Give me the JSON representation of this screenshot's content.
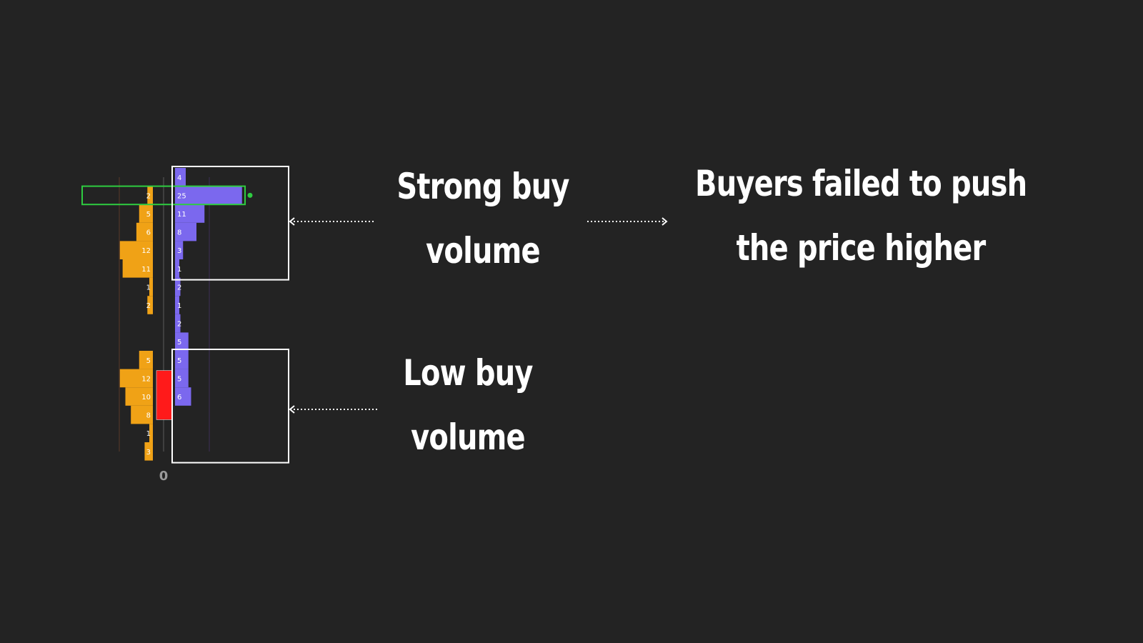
{
  "chart_data": {
    "type": "bar",
    "title": "",
    "xlabel": "",
    "ylabel": "",
    "zero_label": "0",
    "levels": [
      1,
      2,
      3,
      4,
      5,
      6,
      7,
      8,
      9,
      10,
      11,
      12,
      13,
      14,
      15,
      16
    ],
    "series": [
      {
        "name": "",
        "side": "left",
        "color": "#f0a216",
        "values": [
          null,
          2,
          5,
          6,
          12,
          11,
          1,
          2,
          null,
          null,
          5,
          12,
          10,
          8,
          1,
          3
        ]
      },
      {
        "name": "",
        "side": "right",
        "color": "#7b68ee",
        "values": [
          4,
          25,
          11,
          8,
          3,
          1,
          2,
          1,
          2,
          5,
          5,
          5,
          6,
          null,
          null,
          null
        ]
      }
    ],
    "candle": {
      "color": "#ff1a1a",
      "from_level": 12,
      "to_level": 14
    },
    "highlight": {
      "level": 2,
      "color": "#2ecc40"
    },
    "boxes": [
      {
        "label": "strong",
        "from_level": 1,
        "to_level": 6
      },
      {
        "label": "low",
        "from_level": 11,
        "to_level": 16
      }
    ]
  },
  "annotations": {
    "strong": {
      "line1": "Strong buy",
      "line2": "volume"
    },
    "buyers": {
      "line1": "Buyers failed to push",
      "line2": "the price higher"
    },
    "low": {
      "line1": "Low buy",
      "line2": "volume"
    }
  },
  "colors": {
    "background": "#232323",
    "sell": "#f0a216",
    "buy": "#7b68ee",
    "candle": "#ff1a1a",
    "highlight": "#2ecc40",
    "box": "#ffffff"
  }
}
